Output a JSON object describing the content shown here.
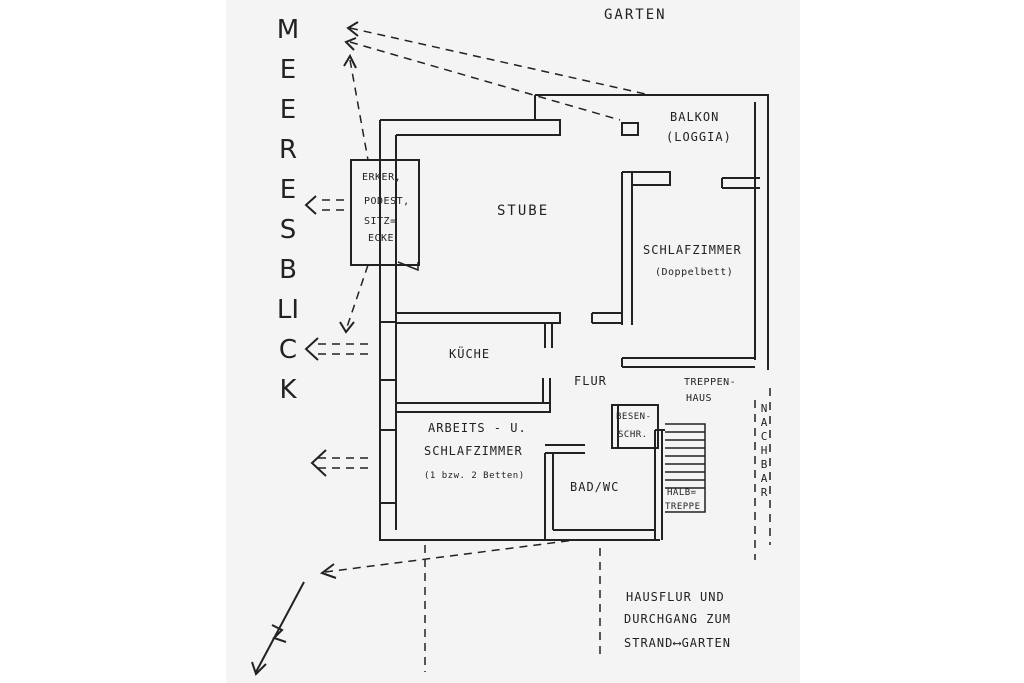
{
  "labels": {
    "garten": "GARTEN",
    "balkon": "BALKON",
    "loggia": "(LOGGIA)",
    "erker1": "ERKER,",
    "erker2": "PODEST,",
    "erker3": "SITZ=",
    "erker4": "ECKE",
    "stube": "STUBE",
    "schlaf1": "SCHLAFZIMMER",
    "schlaf2": "(Doppelbett)",
    "kueche": "KÜCHE",
    "flur": "FLUR",
    "treppen1": "TREPPEN-",
    "treppen2": "HAUS",
    "besen1": "BESEN-",
    "besen2": "SCHR.",
    "arbeit1": "ARBEITS - U.",
    "arbeit2": "SCHLAFZIMMER",
    "arbeit3": "(1 bzw. 2 Betten)",
    "bad": "BAD/WC",
    "halb1": "HALB=",
    "halb2": "TREPPE",
    "nachbar": "NACHBAR",
    "meer": "MEERESBLICK",
    "hausflur1": "HAUSFLUR UND",
    "hausflur2": "DURCHGANG ZUM",
    "hausflur3": "STRAND⟷GARTEN"
  },
  "colors": {
    "ink": "#222222",
    "paper": "#f4f4f4"
  }
}
